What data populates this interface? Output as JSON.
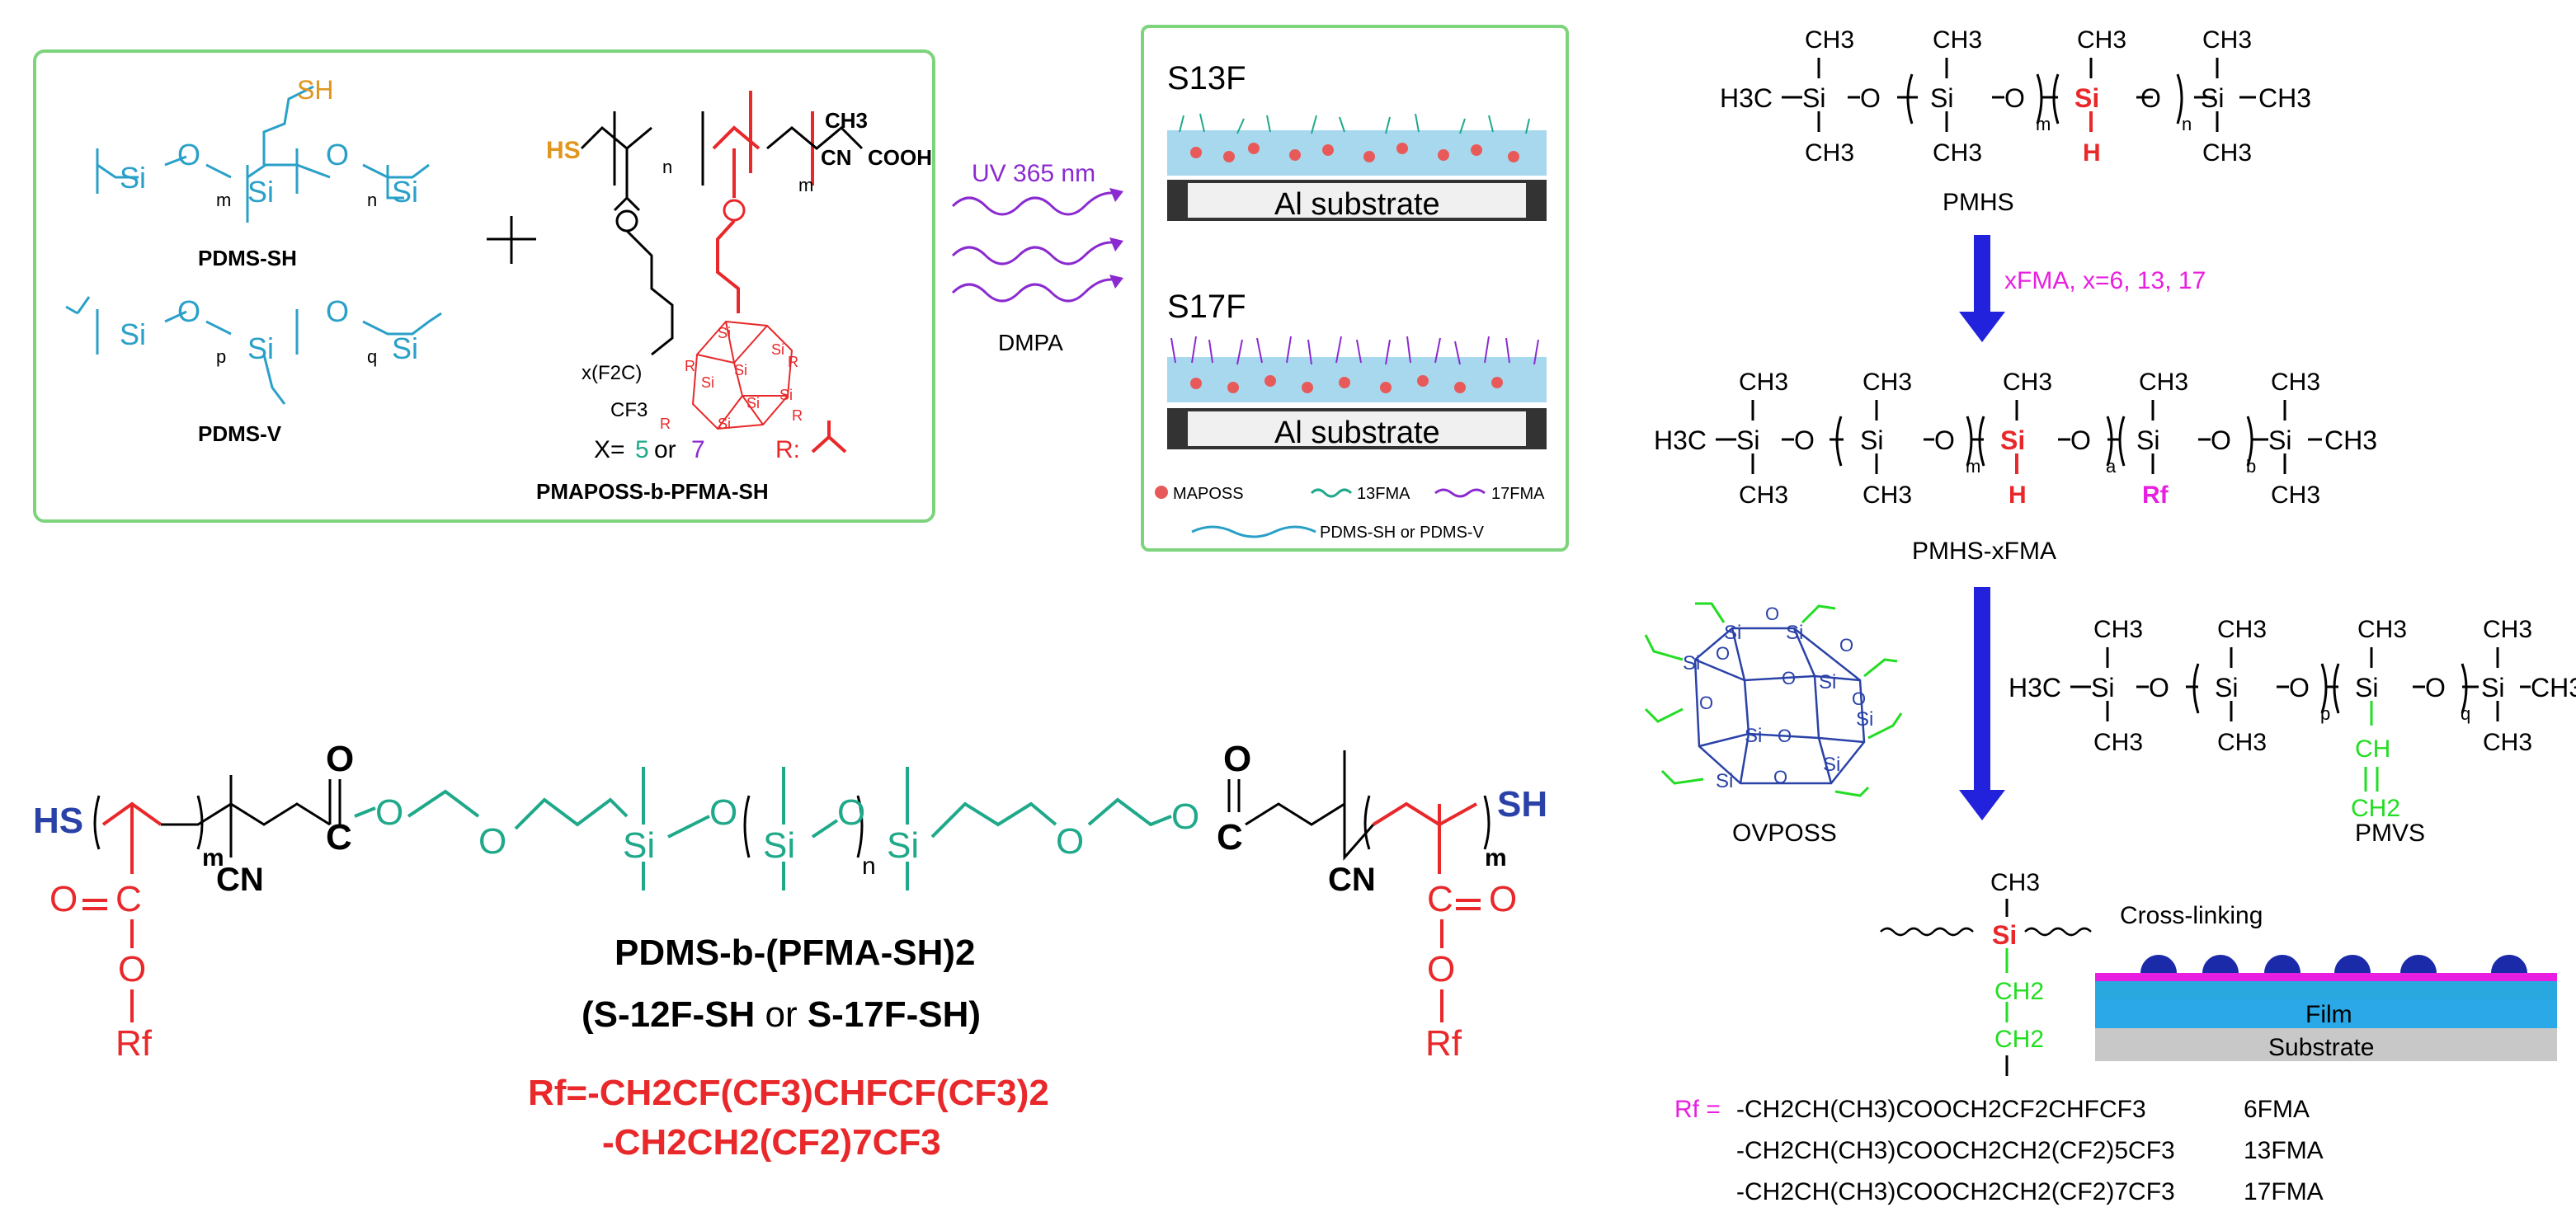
{
  "top_left": {
    "pdms_sh": "PDMS-SH",
    "pdms_v": "PDMS-V",
    "pmaposs": "PMAPOSS-b-PFMA-SH",
    "si": "Si",
    "o": "O",
    "sh": "SH",
    "hs": "HS",
    "ch3": "CH3",
    "cn": "CN",
    "cooh": "COOH",
    "x_f2c": "x(F2C)",
    "cf3": "CF3",
    "x_eq": "X=",
    "x_5": "5",
    "x_or": "or",
    "x_7": "7",
    "r_label": "R:",
    "m": "m",
    "n": "n",
    "p": "p",
    "q": "q",
    "r": "R"
  },
  "process": {
    "uv": "UV 365 nm",
    "dmpa": "DMPA"
  },
  "panel": {
    "s13f": "S13F",
    "s17f": "S17F",
    "al1": "Al substrate",
    "al2": "Al substrate",
    "legend_maposs": "MAPOSS",
    "legend_13fma": "13FMA",
    "legend_17fma": "17FMA",
    "legend_pdms": "PDMS-SH or PDMS-V"
  },
  "bottom_left": {
    "hs": "HS",
    "sh": "SH",
    "cn": "CN",
    "m": "m",
    "n": "n",
    "si": "Si",
    "o": "O",
    "c": "C",
    "rf": "Rf",
    "title": "PDMS-b-(PFMA-SH)2",
    "subtitle_open": "(",
    "subtitle_a": "S-12F-SH",
    "subtitle_or": " or ",
    "subtitle_b": "S-17F-SH",
    "subtitle_close": ")",
    "rf_line1": "Rf=-CH2CF(CF3)CHFCF(CF3)2",
    "rf_line2": "-CH2CH2(CF2)7CF3"
  },
  "right": {
    "pmhs": "PMHS",
    "reagent": "xFMA, x=6, 13, 17",
    "pmhs_xfma": "PMHS-xFMA",
    "ovposs": "OVPOSS",
    "pmvs": "PMVS",
    "crosslinking": "Cross-linking",
    "film": "Film",
    "substrate": "Substrate",
    "rf_eq": "Rf =",
    "rf_rows": [
      {
        "formula": "-CH2CH(CH3)COOCH2CF2CHFCF3",
        "name": "6FMA"
      },
      {
        "formula": "-CH2CH(CH3)COOCH2CH2(CF2)5CF3",
        "name": "13FMA"
      },
      {
        "formula": "-CH2CH(CH3)COOCH2CH2(CF2)7CF3",
        "name": "17FMA"
      }
    ],
    "h3c": "H3C",
    "ch3": "CH3",
    "ch2": "CH2",
    "ch": "CH",
    "si": "Si",
    "o": "O",
    "h": "H",
    "rf": "Rf",
    "m": "m",
    "n": "n",
    "a": "a",
    "b": "b",
    "p": "p",
    "q": "q"
  }
}
